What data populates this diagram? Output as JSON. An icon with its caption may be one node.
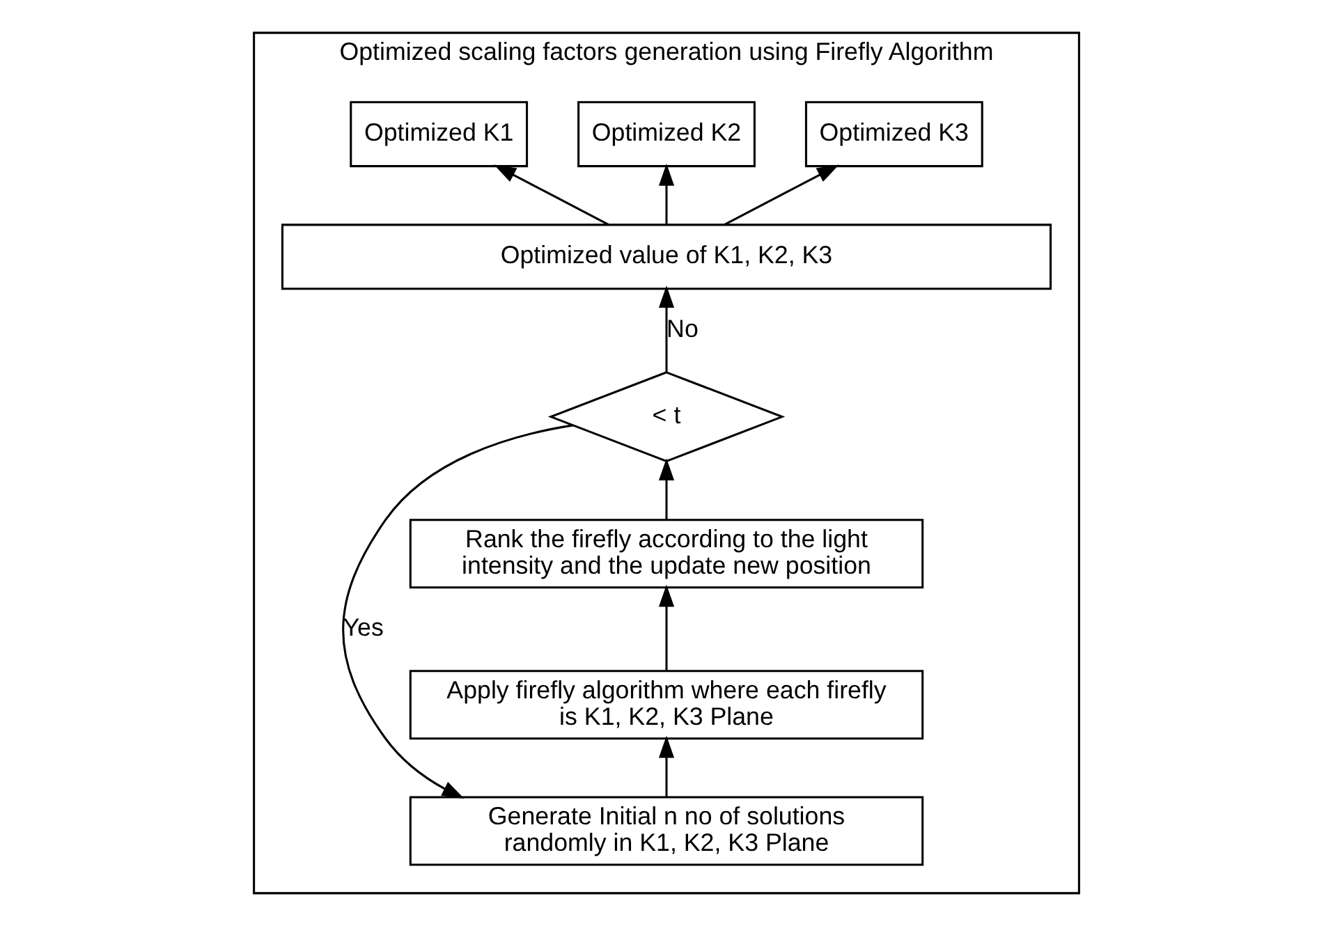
{
  "diagram": {
    "nodes": [
      {
        "text": [
          "Optimized scaling factors generation using Firefly Algorithm"
        ]
      },
      {
        "text": [
          "Optimized K1"
        ],
        "in": 0
      },
      {
        "text": [
          "Optimized K2"
        ],
        "in": 0
      },
      {
        "text": [
          "Optimized K3"
        ],
        "in": 0
      },
      {
        "text": [
          "Optimized value of K1, K2, K3"
        ],
        "in": 0
      },
      {
        "text": [
          "< t"
        ],
        "in": 0
      },
      {
        "text": [
          "Rank the firefly according to the light intensity and the update new position"
        ],
        "in": 0
      },
      {
        "text": [
          "Apply firefly algorithm where each firefly is K1, K2, K3 Plane"
        ],
        "in": 0
      },
      {
        "text": [
          "Generate Initial n no of solutions randomly in K1, K2, K3 Plane"
        ],
        "in": 0
      }
    ],
    "edges": [
      {
        "from": 4,
        "to": 1,
        "arrow": "to"
      },
      {
        "from": 4,
        "to": 2,
        "arrow": "to"
      },
      {
        "from": 4,
        "to": 3,
        "arrow": "to"
      },
      {
        "from": 5,
        "to": 4,
        "arrow": "to",
        "label": "No"
      },
      {
        "from": 5,
        "to": 8,
        "arrow": "to",
        "label": "Yes"
      },
      {
        "from": 6,
        "to": 5,
        "arrow": "to"
      },
      {
        "from": 7,
        "to": 6,
        "arrow": "to"
      },
      {
        "from": 8,
        "to": 7,
        "arrow": "to"
      }
    ]
  }
}
